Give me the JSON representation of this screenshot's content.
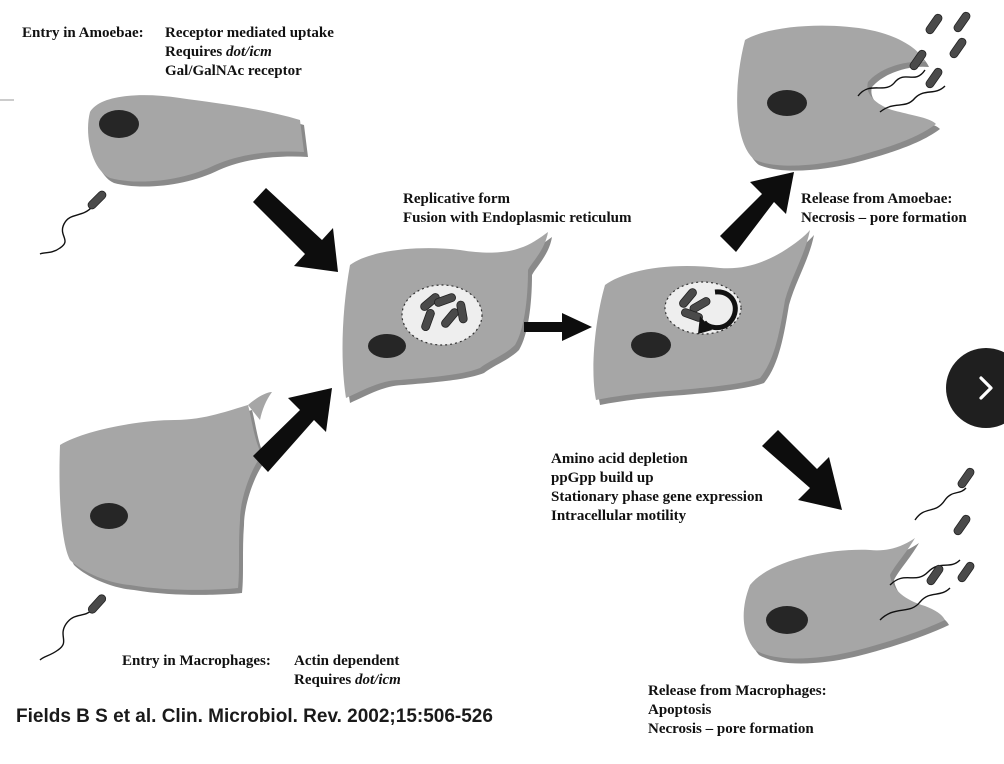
{
  "labels": {
    "entry_amoebae": {
      "heading": "Entry in Amoebae:",
      "line1": "Receptor mediated uptake",
      "line2_prefix": "Requires ",
      "line2_italic": "dot/icm",
      "line3": "Gal/GalNAc receptor"
    },
    "replicative": {
      "line1": "Replicative form",
      "line2": "Fusion with Endoplasmic reticulum"
    },
    "release_amoebae": {
      "line1": "Release from Amoebae:",
      "line2": "Necrosis – pore formation"
    },
    "stationary": {
      "line1": "Amino acid depletion",
      "line2": "ppGpp build up",
      "line3": "Stationary phase gene expression",
      "line4": "Intracellular motility"
    },
    "entry_macrophages": {
      "heading": "Entry in Macrophages:",
      "line1": "Actin dependent",
      "line2_prefix": "Requires ",
      "line2_italic": "dot/icm"
    },
    "release_macrophages": {
      "line1": "Release from Macrophages:",
      "line2": "Apoptosis",
      "line3": "Necrosis – pore formation"
    }
  },
  "citation": "Fields B S et al. Clin. Microbiol. Rev. 2002;15:506-526",
  "colors": {
    "cell": "#a6a6a6",
    "cell_shadow": "#8a8a8a",
    "nucleus": "#262626",
    "bacterium": "#4a4a4a",
    "arrow": "#0d0d0d",
    "button": "#1f1f1f"
  },
  "icons": {
    "next": "chevron-right-icon"
  }
}
